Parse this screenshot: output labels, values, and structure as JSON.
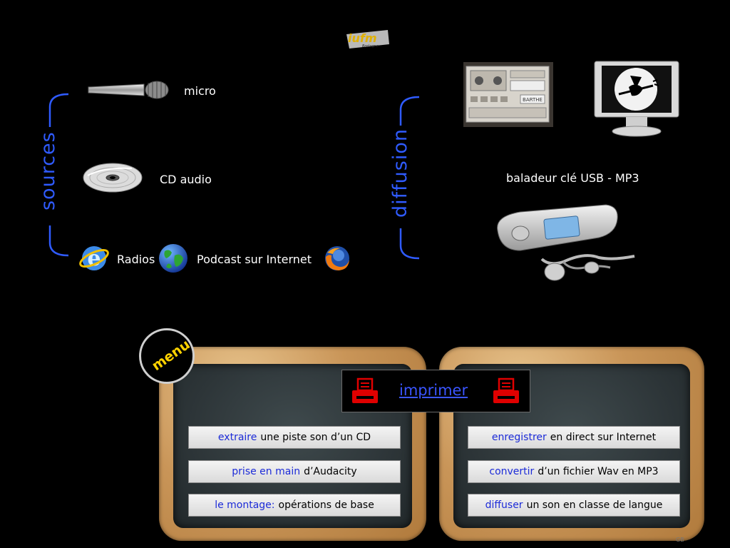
{
  "logo": {
    "text": "iufm",
    "sub": "Bretagne"
  },
  "sources": {
    "label": "sources",
    "items": {
      "micro": "micro",
      "cd": "CD audio",
      "radios": "Radios",
      "podcast": "Podcast sur Internet"
    }
  },
  "diffusion": {
    "label": "diffusion",
    "baladeur": "baladeur clé USB - MP3",
    "recorder_brand": "BARTHE"
  },
  "menu": {
    "label": "menu"
  },
  "print": {
    "label": "imprimer"
  },
  "buttons_left": [
    {
      "key": "extraire",
      "rest": "une piste son d’un CD"
    },
    {
      "key": "prise en main",
      "rest": "d’Audacity"
    },
    {
      "key": "le montage:",
      "rest": "opérations de base"
    }
  ],
  "buttons_right": [
    {
      "key": "enregistrer",
      "rest": "en direct sur Internet"
    },
    {
      "key": "convertir",
      "rest": "d’un fichier Wav en MP3"
    },
    {
      "key": "diffuser",
      "rest": "un son en classe de langue"
    }
  ],
  "footer": {
    "initials": "GB"
  },
  "colors": {
    "accent_blue": "#2f5bff",
    "menu_yellow": "#ffd200",
    "print_red": "#e00000"
  }
}
